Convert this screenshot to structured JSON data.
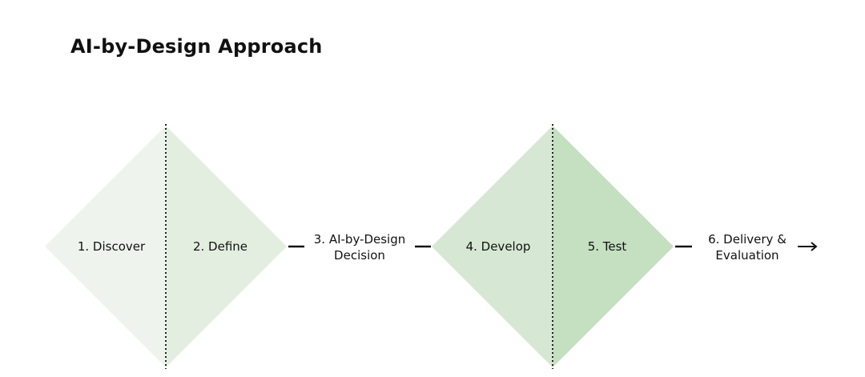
{
  "title": "AI-by-Design Approach",
  "colors": {
    "discover_fill": "#eef4ed",
    "define_fill": "#e3eee1",
    "develop_fill": "#d6e8d3",
    "test_fill": "#c5dfc1",
    "divider": "#222222",
    "connector": "#111111"
  },
  "stages": [
    {
      "label": "1. Discover"
    },
    {
      "label": "2. Define"
    },
    {
      "label": "4. Develop"
    },
    {
      "label": "5. Test"
    }
  ],
  "steps": [
    {
      "line1": "3. AI-by-Design",
      "line2": "Decision"
    },
    {
      "line1": "6. Delivery &",
      "line2": "Evaluation"
    }
  ],
  "arrow_glyph": "→"
}
